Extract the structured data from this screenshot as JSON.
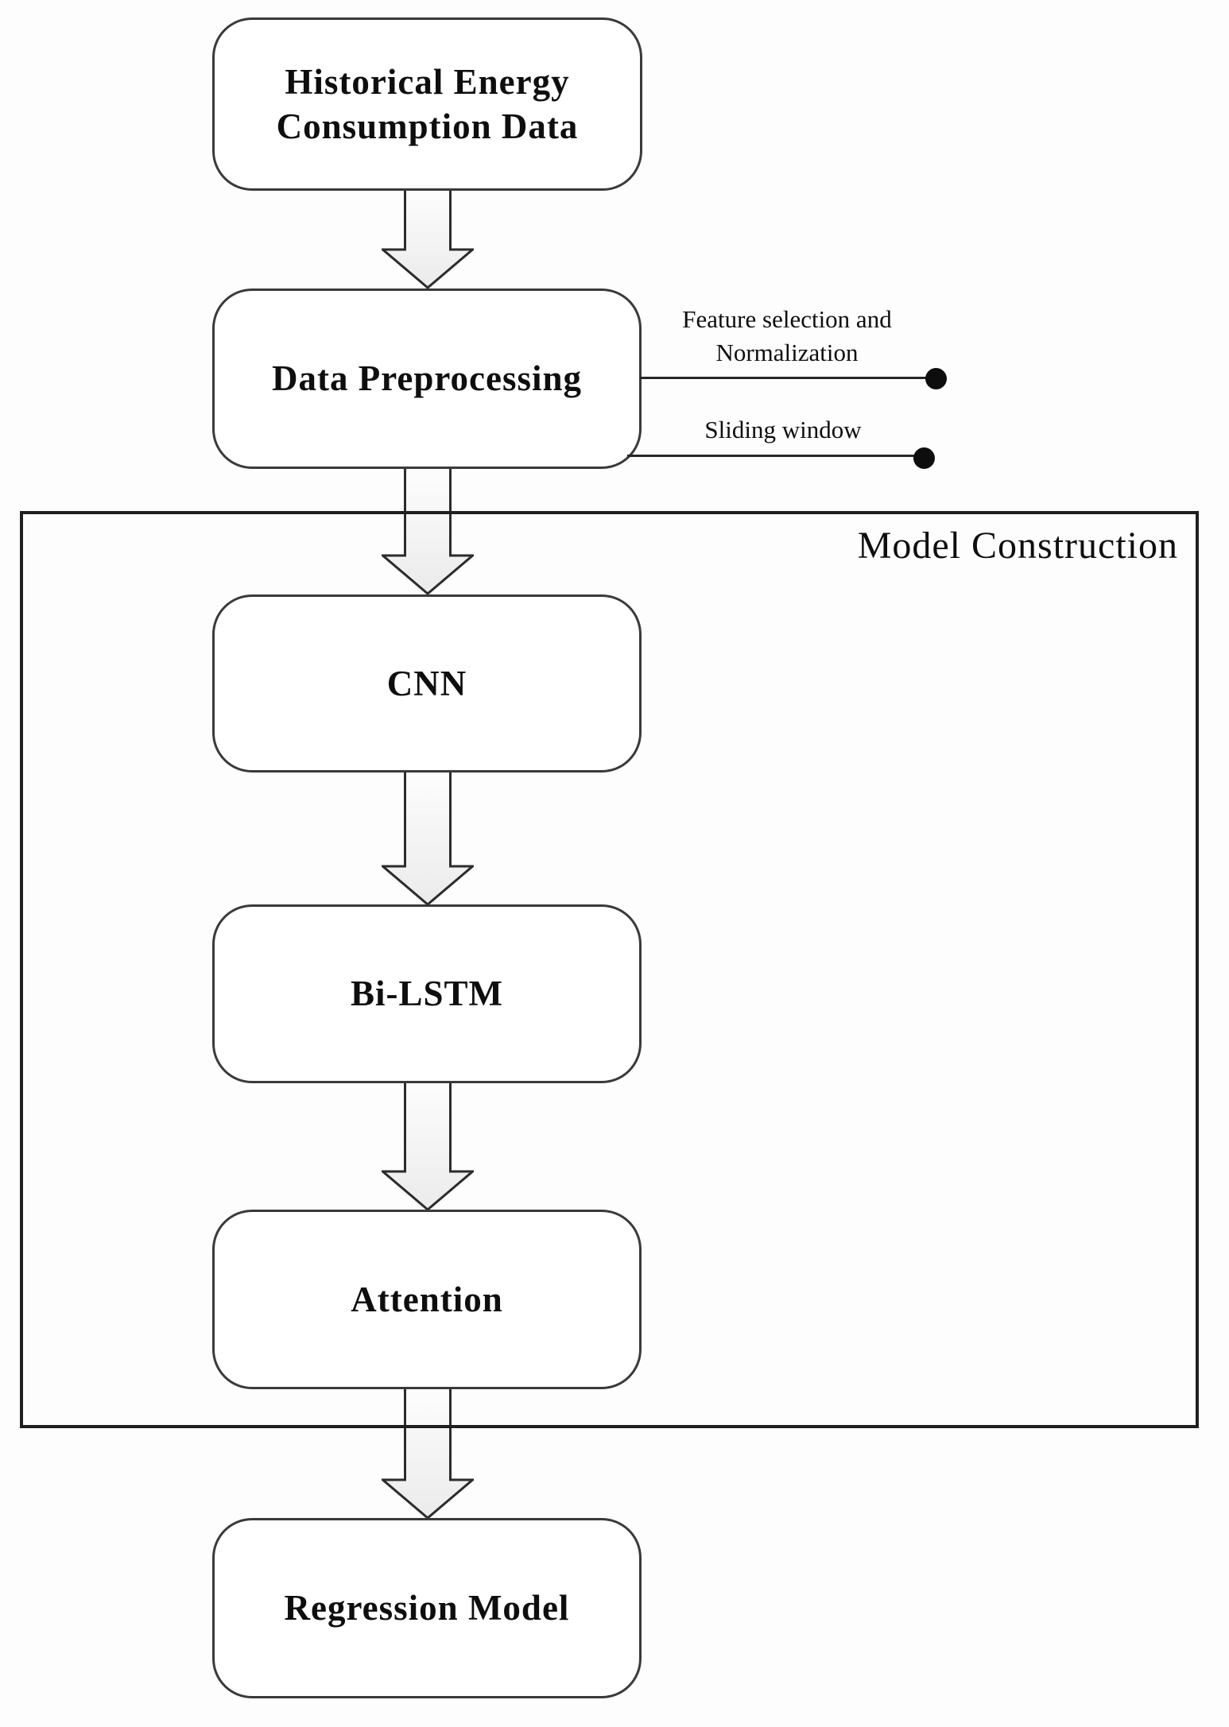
{
  "diagram": {
    "container_label": "Model Construction",
    "nodes": [
      {
        "id": "historical",
        "label": "Historical Energy\nConsumption Data"
      },
      {
        "id": "preprocessing",
        "label": "Data Preprocessing"
      },
      {
        "id": "cnn",
        "label": "CNN"
      },
      {
        "id": "bilstm",
        "label": "Bi-LSTM"
      },
      {
        "id": "attention",
        "label": "Attention"
      },
      {
        "id": "regression",
        "label": "Regression Model"
      }
    ],
    "annotations": [
      {
        "id": "feature-selection",
        "label": "Feature selection and\nNormalization"
      },
      {
        "id": "sliding-window",
        "label": "Sliding window"
      }
    ],
    "colors": {
      "background": "#fdfdfd",
      "node_border": "#3a3a3a",
      "container_border": "#1f1f1f",
      "text": "#0e0e0e",
      "connector": "#262626",
      "arrow_outline": "#2c2c2c",
      "arrow_fill_top": "#fdfdfd",
      "arrow_fill_bottom": "#ebebeb"
    }
  }
}
